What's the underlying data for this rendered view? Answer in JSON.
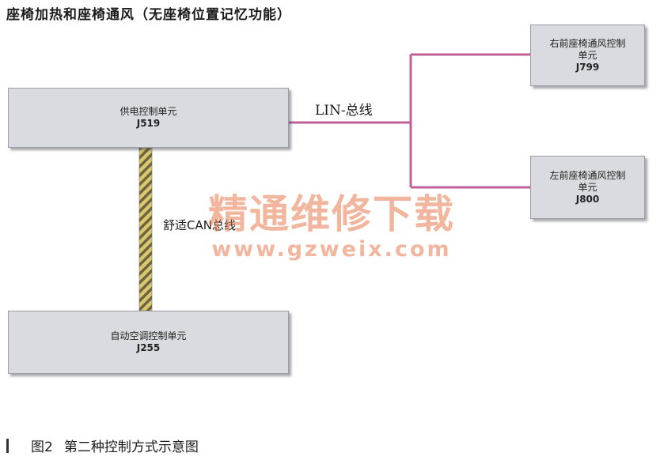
{
  "title": "座椅加热和座椅通风（无座椅位置记忆功能）",
  "bus_labels": {
    "lin": "LIN-总线",
    "can": "舒适CAN总线"
  },
  "units": {
    "j519": {
      "name": "供电控制单元",
      "code": "J519"
    },
    "j255": {
      "name": "自动空调控制单元",
      "code": "J255"
    },
    "j799": {
      "name": "右前座椅通风控制单元",
      "code": "J799"
    },
    "j800": {
      "name": "左前座椅通风控制单元",
      "code": "J800"
    }
  },
  "watermark": {
    "text": "精通维修下载",
    "url": "www.gzweix.com"
  },
  "caption": {
    "figure": "图2",
    "text": "第二种控制方式示意图"
  },
  "colors": {
    "lin_wire": "#c0609a",
    "can_wire_dark": "#6e6440",
    "can_wire_light": "#d9c870",
    "box_fill": "#d9dbe0",
    "watermark": "#e87a50"
  }
}
